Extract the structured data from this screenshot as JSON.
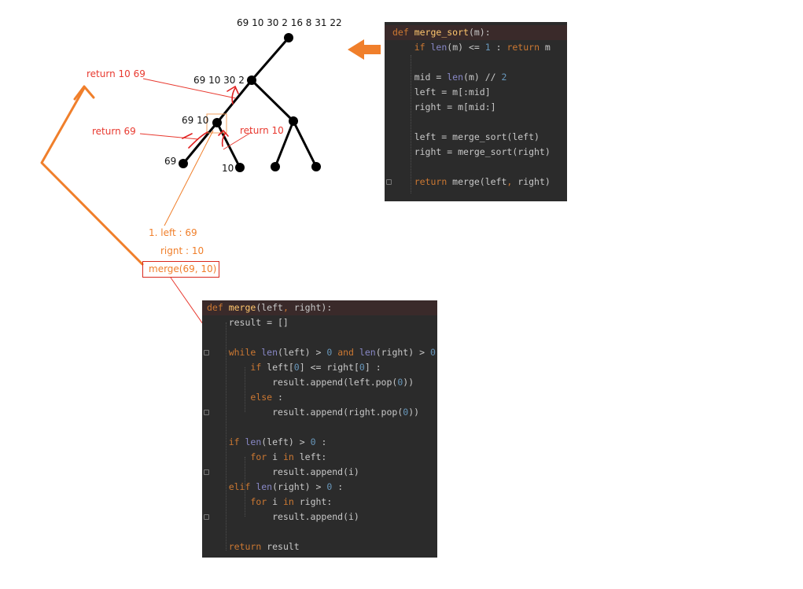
{
  "tree": {
    "root_values": "69 10 30 2 16 8 31 22",
    "left_half_values": "69 10 30 2",
    "left_quarter_values": "69 10",
    "leaf_left_value": "69",
    "leaf_right_value": "10"
  },
  "annotations": {
    "return_root": "return 10 69",
    "return_left": "return 69",
    "return_right": "return 10",
    "step_left": "1. left : 69",
    "step_right": "rignt : 10",
    "merge_call": "merge(69, 10)"
  },
  "colors": {
    "code_bg": "#2b2b2b",
    "keyword": "#cc7832",
    "function_name": "#ffc66d",
    "number": "#6897bb",
    "builtin": "#8888c6",
    "annotation_red": "#e8392f",
    "annotation_orange": "#f07f2b"
  },
  "merge_sort_code": [
    [
      {
        "t": "def ",
        "c": "kw"
      },
      {
        "t": "merge_sort",
        "c": "fn"
      },
      {
        "t": "(m):",
        "c": "tx"
      }
    ],
    [
      {
        "t": "    ",
        "c": "tx"
      },
      {
        "t": "if ",
        "c": "kw"
      },
      {
        "t": "len",
        "c": "bi"
      },
      {
        "t": "(m) <= ",
        "c": "tx"
      },
      {
        "t": "1",
        "c": "num"
      },
      {
        "t": " : ",
        "c": "tx"
      },
      {
        "t": "return ",
        "c": "kw"
      },
      {
        "t": "m",
        "c": "tx"
      }
    ],
    [],
    [
      {
        "t": "    mid = ",
        "c": "tx"
      },
      {
        "t": "len",
        "c": "bi"
      },
      {
        "t": "(m) // ",
        "c": "tx"
      },
      {
        "t": "2",
        "c": "num"
      }
    ],
    [
      {
        "t": "    left = m[:mid]",
        "c": "tx"
      }
    ],
    [
      {
        "t": "    right = m[mid:]",
        "c": "tx"
      }
    ],
    [],
    [
      {
        "t": "    left = merge_sort(left)",
        "c": "tx"
      }
    ],
    [
      {
        "t": "    right = merge_sort(right)",
        "c": "tx"
      }
    ],
    [],
    [
      {
        "t": "    ",
        "c": "tx"
      },
      {
        "t": "return ",
        "c": "kw"
      },
      {
        "t": "merge(left",
        "c": "tx"
      },
      {
        "t": ", ",
        "c": "kw"
      },
      {
        "t": "right)",
        "c": "tx"
      }
    ]
  ],
  "merge_code": [
    [
      {
        "t": "def ",
        "c": "kw"
      },
      {
        "t": "merge",
        "c": "fn"
      },
      {
        "t": "(left",
        "c": "tx"
      },
      {
        "t": ", ",
        "c": "kw"
      },
      {
        "t": "right):",
        "c": "tx"
      }
    ],
    [
      {
        "t": "    result = []",
        "c": "tx"
      }
    ],
    [],
    [
      {
        "t": "    ",
        "c": "tx"
      },
      {
        "t": "while ",
        "c": "kw"
      },
      {
        "t": "len",
        "c": "bi"
      },
      {
        "t": "(left) > ",
        "c": "tx"
      },
      {
        "t": "0",
        "c": "num"
      },
      {
        "t": " and ",
        "c": "kw"
      },
      {
        "t": "len",
        "c": "bi"
      },
      {
        "t": "(right) > ",
        "c": "tx"
      },
      {
        "t": "0",
        "c": "num"
      },
      {
        "t": " :",
        "c": "tx"
      }
    ],
    [
      {
        "t": "        ",
        "c": "tx"
      },
      {
        "t": "if ",
        "c": "kw"
      },
      {
        "t": "left[",
        "c": "tx"
      },
      {
        "t": "0",
        "c": "num"
      },
      {
        "t": "] <= right[",
        "c": "tx"
      },
      {
        "t": "0",
        "c": "num"
      },
      {
        "t": "] :",
        "c": "tx"
      }
    ],
    [
      {
        "t": "            result.append(left.pop(",
        "c": "tx"
      },
      {
        "t": "0",
        "c": "num"
      },
      {
        "t": "))",
        "c": "tx"
      }
    ],
    [
      {
        "t": "        ",
        "c": "tx"
      },
      {
        "t": "else ",
        "c": "kw"
      },
      {
        "t": ":",
        "c": "tx"
      }
    ],
    [
      {
        "t": "            result.append(right.pop(",
        "c": "tx"
      },
      {
        "t": "0",
        "c": "num"
      },
      {
        "t": "))",
        "c": "tx"
      }
    ],
    [],
    [
      {
        "t": "    ",
        "c": "tx"
      },
      {
        "t": "if ",
        "c": "kw"
      },
      {
        "t": "len",
        "c": "bi"
      },
      {
        "t": "(left) > ",
        "c": "tx"
      },
      {
        "t": "0",
        "c": "num"
      },
      {
        "t": " :",
        "c": "tx"
      }
    ],
    [
      {
        "t": "        ",
        "c": "tx"
      },
      {
        "t": "for ",
        "c": "kw"
      },
      {
        "t": "i ",
        "c": "tx"
      },
      {
        "t": "in ",
        "c": "kw"
      },
      {
        "t": "left:",
        "c": "tx"
      }
    ],
    [
      {
        "t": "            result.append(i)",
        "c": "tx"
      }
    ],
    [
      {
        "t": "    ",
        "c": "tx"
      },
      {
        "t": "elif ",
        "c": "kw"
      },
      {
        "t": "len",
        "c": "bi"
      },
      {
        "t": "(right) > ",
        "c": "tx"
      },
      {
        "t": "0",
        "c": "num"
      },
      {
        "t": " :",
        "c": "tx"
      }
    ],
    [
      {
        "t": "        ",
        "c": "tx"
      },
      {
        "t": "for ",
        "c": "kw"
      },
      {
        "t": "i ",
        "c": "tx"
      },
      {
        "t": "in ",
        "c": "kw"
      },
      {
        "t": "right:",
        "c": "tx"
      }
    ],
    [
      {
        "t": "            result.append(i)",
        "c": "tx"
      }
    ],
    [],
    [
      {
        "t": "    ",
        "c": "tx"
      },
      {
        "t": "return ",
        "c": "kw"
      },
      {
        "t": "result",
        "c": "tx"
      }
    ]
  ]
}
